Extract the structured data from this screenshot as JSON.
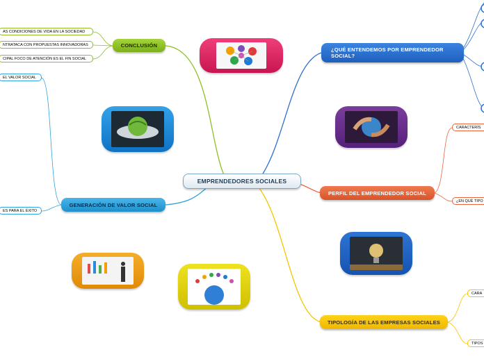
{
  "central": {
    "label": "EMPRENDEDORES SOCIALES"
  },
  "branches": {
    "que": {
      "label": "¿QUÉ ENTENDEMOS POR EMPRENDEDOR SOCIAL?",
      "color": "#2a6fd1"
    },
    "perfil": {
      "label": "PERFIL DEL EMPRENDEDOR SOCIAL",
      "color": "#e8653c"
    },
    "tipologia": {
      "label": "TIPOLOGÍA DE LAS EMPRESAS SOCIALES",
      "color": "#f5c400"
    },
    "conclusion": {
      "label": "CONCLUSIÓN",
      "color": "#8cbf26"
    },
    "generacion": {
      "label": "GENERACIÓN DE VALOR SOCIAL",
      "color": "#2fa3dc"
    }
  },
  "leaves": {
    "conclusion_1": "AS CONDICIONES DE VIDA EN LA SOCIEDAD",
    "conclusion_2": "NTRATACA CON PROPUESTAS INNOVADORAS",
    "conclusion_3": "CIPAL FOCO DE ATENCIÓN ES EL FIN SOCIAL",
    "generacion_1": "EL VALOR SOCIAL",
    "generacion_2": "ES PARA EL ÉXITO",
    "perfil_1": "CARACTERÍS",
    "perfil_2": "¿EN QUÉ TIPO",
    "tipologia_1": "CARA",
    "tipologia_2": "TIPOS"
  },
  "image_frames": {
    "pink": "#e0245e",
    "blue": "#1a86d8",
    "purple": "#6a2f8a",
    "royal": "#1f63c9",
    "orange": "#f29b10",
    "yellow": "#e6d300"
  }
}
